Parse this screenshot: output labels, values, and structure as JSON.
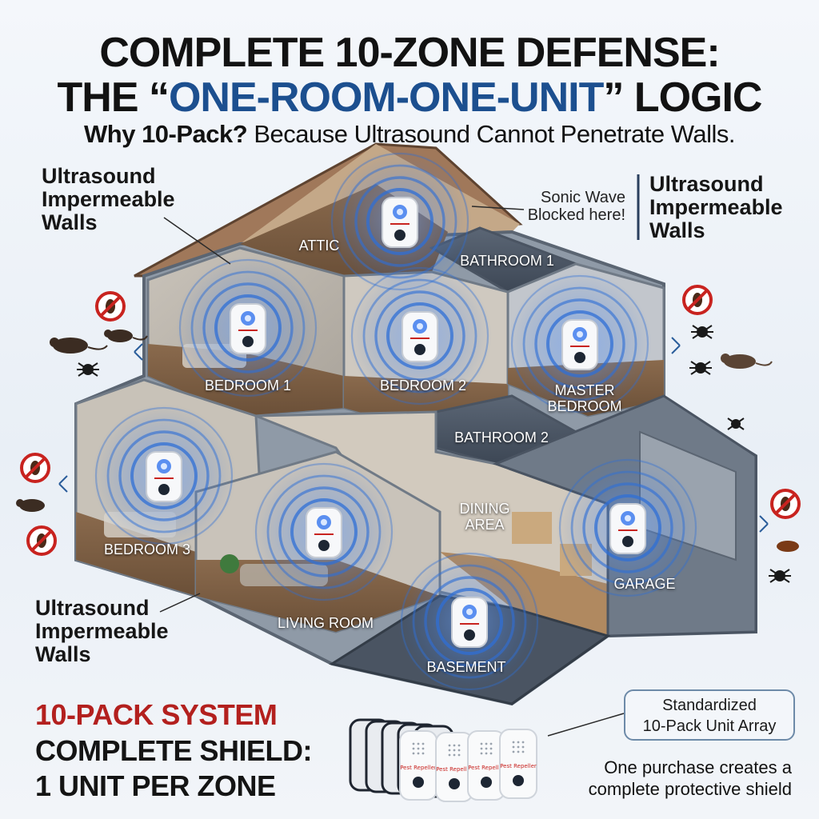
{
  "headline": {
    "line1": "COMPLETE 10-ZONE DEFENSE:",
    "line2_prefix": "THE “",
    "line2_highlight": "ONE-ROOM-ONE-UNIT",
    "line2_suffix": "” LOGIC",
    "subtitle_bold": "Why 10-Pack?",
    "subtitle_rest": " Because Ultrasound Cannot Penetrate Walls."
  },
  "callouts": {
    "top_left": "Ultrasound\nImpermeable\nWalls",
    "top_right": "Ultrasound\nImpermeable\nWalls",
    "bottom_left": "Ultrasound\nImpermeable\nWalls",
    "sonic_note": "Sonic Wave\nBlocked here!"
  },
  "rooms": [
    "ATTIC",
    "BATHROOM 1",
    "BEDROOM 1",
    "BEDROOM 2",
    "MASTER\nBEDROOM",
    "BATHROOM 2",
    "BEDROOM 3",
    "DINING\nAREA",
    "LIVING ROOM",
    "GARAGE",
    "BASEMENT"
  ],
  "system": {
    "line1": "10-PACK SYSTEM",
    "line2": "COMPLETE SHIELD:",
    "line3": "1 UNIT PER ZONE"
  },
  "array_label": "Standardized\n10-Pack Unit Array",
  "purchase_note": "One purchase creates a\ncomplete protective shield",
  "device_text": "Pest Repeller",
  "colors": {
    "accent_blue": "#1c4f8f",
    "accent_red": "#b3201e",
    "wave_blue": "#2f6fd6",
    "ban_red": "#c8231f"
  }
}
